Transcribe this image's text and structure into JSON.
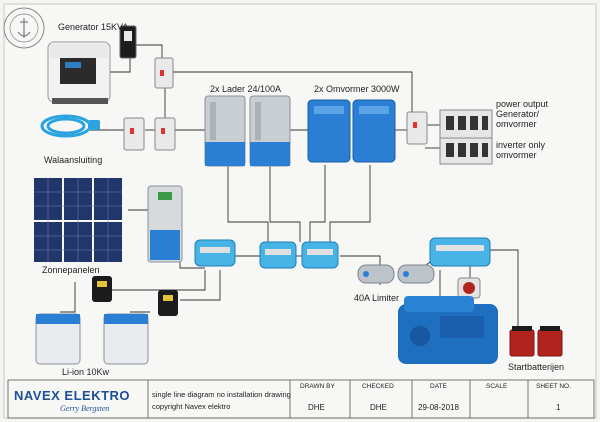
{
  "labels": {
    "generator": "Generator 15KVA",
    "shore": "Walaansluiting",
    "charger": "2x Lader 24/100A",
    "inverter": "2x Omvormer 3000W",
    "solar": "Zonnepanelen",
    "battery": "Li-ion 10Kw",
    "limiter": "40A Limiter",
    "startbat": "Startbatterijen",
    "out1_line1": "power output",
    "out1_line2": "Generator/",
    "out1_line3": "omvormer",
    "out2_line1": "inverter only",
    "out2_line2": "omvormer"
  },
  "title_block": {
    "company": "NAVEX ELEKTRO",
    "signature": "Gerry Bergsten",
    "desc_line1": "single line diagram  no installation drawing",
    "desc_line2": "copyright Navex elektro",
    "headers": [
      "DRAWN BY",
      "CHECKED",
      "DATE",
      "SCALE",
      "SHEET NO."
    ],
    "values": [
      "DHE",
      "DHE",
      "29-08-2018",
      "",
      "1"
    ]
  },
  "colors": {
    "line": "#333333",
    "inverter_blue": "#2a7fd4",
    "busbar_blue": "#47b3e6",
    "charger_grey": "#c9ced3",
    "solar_blue": "#21366a",
    "engine_blue": "#1f6fc1",
    "battery_red": "#b3231e",
    "company_blue": "#1d4f9a"
  }
}
